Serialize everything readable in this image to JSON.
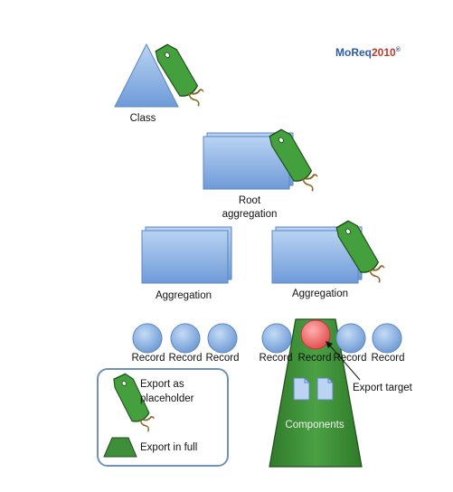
{
  "logo": {
    "main": "MoReq",
    "year": "2010",
    "mark": "®"
  },
  "nodes": {
    "class": "Class",
    "root_line1": "Root",
    "root_line2": "aggregation",
    "aggregation_left": "Aggregation",
    "aggregation_right": "Aggregation"
  },
  "records": [
    "Record",
    "Record",
    "Record",
    "Record",
    "Record",
    "Record",
    "Record"
  ],
  "components_label": "Components",
  "export_target_label": "Export target",
  "legend": {
    "placeholder_line1": "Export as",
    "placeholder_line2": "placeholder",
    "full": "Export in full"
  },
  "colors": {
    "blue_fill": "#8fb6e6",
    "blue_edge": "#5a86c0",
    "green_fill": "#3f8f3a",
    "green_edge": "#1f4d1c",
    "target_fill": "#f27b7b",
    "legend_border": "#6f93b8"
  }
}
